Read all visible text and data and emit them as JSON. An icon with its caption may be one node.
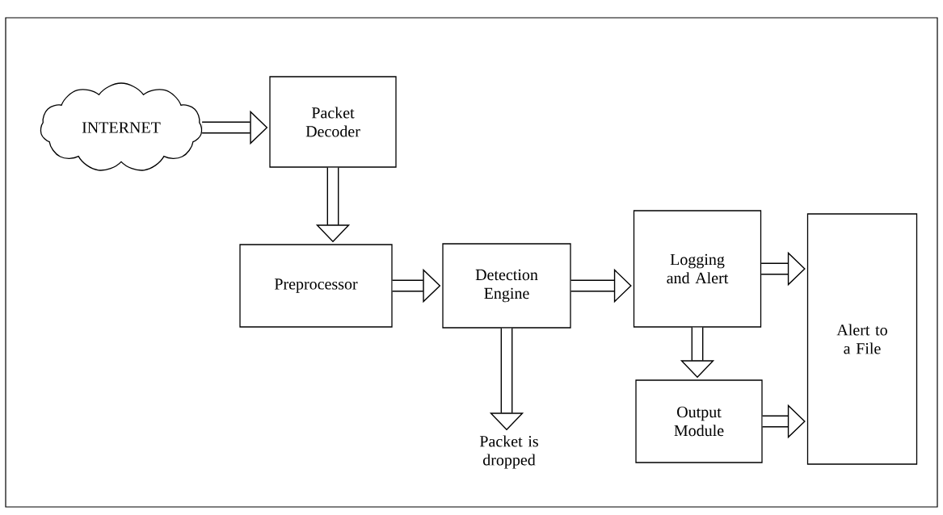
{
  "diagram": {
    "nodes": [
      {
        "text": [
          "INTERNET"
        ]
      },
      {
        "text": [
          "Packet Decoder"
        ]
      },
      {
        "text": [
          "Preprocessor"
        ]
      },
      {
        "text": [
          "Detection Engine"
        ]
      },
      {
        "text": [
          "Logging and Alert"
        ]
      },
      {
        "text": [
          "Output Module"
        ]
      },
      {
        "text": [
          "Alert to a File"
        ]
      },
      {
        "text": [
          "Packet is dropped"
        ]
      }
    ],
    "edges": [
      {
        "from": 0,
        "to": 1,
        "arrow": "to"
      },
      {
        "from": 1,
        "to": 2,
        "arrow": "to"
      },
      {
        "from": 2,
        "to": 3,
        "arrow": "to"
      },
      {
        "from": 3,
        "to": 4,
        "arrow": "to"
      },
      {
        "from": 4,
        "to": 6,
        "arrow": "to"
      },
      {
        "from": 4,
        "to": 5,
        "arrow": "to"
      },
      {
        "from": 5,
        "to": 6,
        "arrow": "to"
      },
      {
        "from": 3,
        "to": 7,
        "arrow": "to"
      }
    ]
  }
}
